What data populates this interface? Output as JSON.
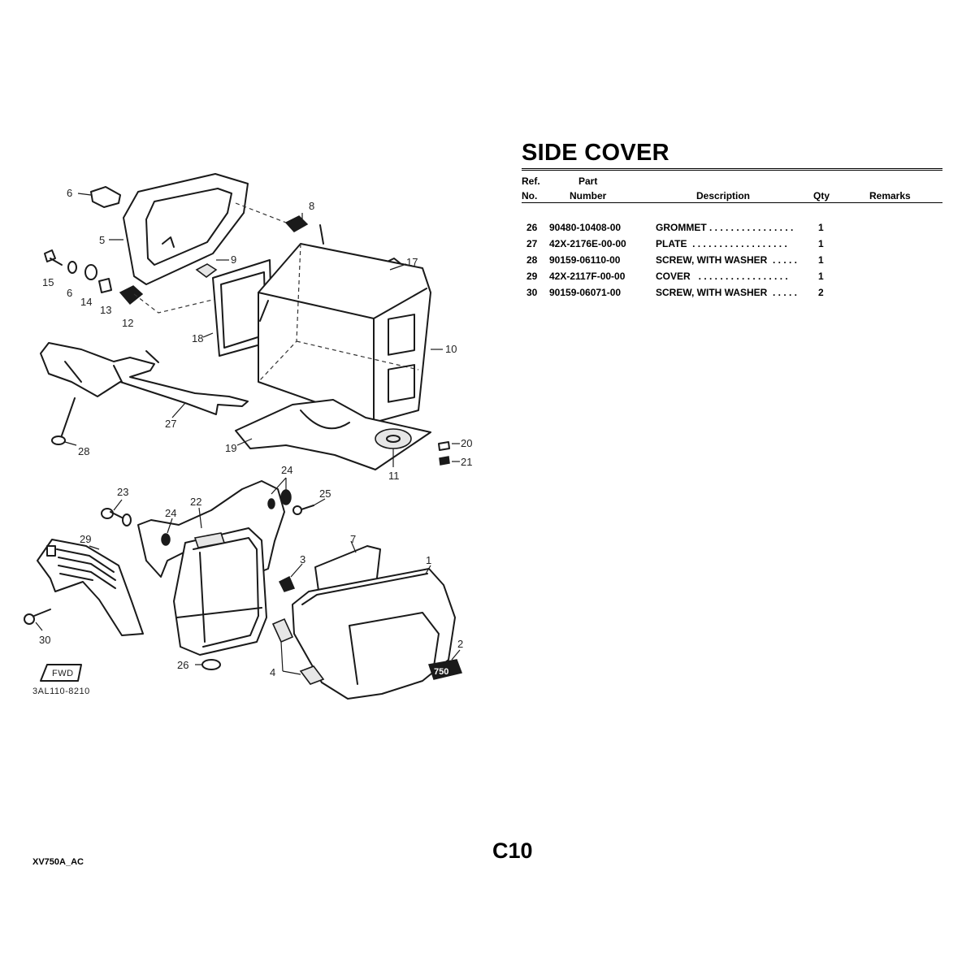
{
  "page": {
    "title": "SIDE COVER",
    "page_number": "C10",
    "doc_code": "XV750A_AC"
  },
  "table": {
    "headers": {
      "ref_top": "Ref.",
      "ref_bottom": "No.",
      "part_top": "Part",
      "part_bottom": "Number",
      "description": "Description",
      "qty": "Qty",
      "remarks": "Remarks"
    },
    "rows": [
      {
        "ref": "26",
        "part": "90480-10408-00",
        "desc": "GROMMET . . . . . . . . . . . . . . . .",
        "qty": "1"
      },
      {
        "ref": "27",
        "part": "42X-2176E-00-00",
        "desc": "PLATE  . . . . . . . . . . . . . . . . . .",
        "qty": "1"
      },
      {
        "ref": "28",
        "part": "90159-06110-00",
        "desc": "SCREW, WITH WASHER  . . . . .",
        "qty": "1"
      },
      {
        "ref": "29",
        "part": "42X-2117F-00-00",
        "desc": "COVER   . . . . . . . . . . . . . . . . .",
        "qty": "1"
      },
      {
        "ref": "30",
        "part": "90159-06071-00",
        "desc": "SCREW, WITH WASHER  . . . . .",
        "qty": "2"
      }
    ]
  },
  "diagram": {
    "drawing_code": "3AL110-8210",
    "fwd_label": "FWD",
    "badge_label": "750",
    "callouts": [
      "1",
      "2",
      "3",
      "4",
      "5",
      "6",
      "7",
      "8",
      "9",
      "10",
      "11",
      "12",
      "13",
      "14",
      "15",
      "6",
      "17",
      "18",
      "19",
      "20",
      "21",
      "22",
      "23",
      "24",
      "24",
      "25",
      "26",
      "27",
      "28",
      "29",
      "30"
    ]
  }
}
